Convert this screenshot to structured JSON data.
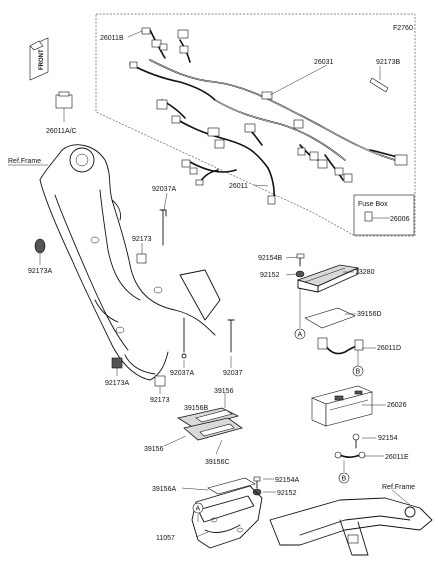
{
  "diagram_id": "F2760",
  "direction_badge": "FRONT",
  "labels": {
    "p26011B": "26011B",
    "p26031": "26031",
    "p92173B": "92173B",
    "p26011AC": "26011A/C",
    "ref_frame_top": "Ref.Frame",
    "p92037A_top": "92037A",
    "p92173_top": "92173",
    "p92173A_left": "92173A",
    "p26011": "26011",
    "fuse_box_title": "Fuse Box",
    "p26006": "26006",
    "p92154B": "92154B",
    "p92152_mid": "92152",
    "p13280": "13280",
    "p39156D": "39156D",
    "callout_A_mid": "A",
    "p26011D": "26011D",
    "callout_B_mid": "B",
    "p26026": "26026",
    "p92154": "92154",
    "p26011E": "26011E",
    "p92037A_bottom": "92037A",
    "p92037": "92037",
    "p92173A_bottom": "92173A",
    "p92173_bottom": "92173",
    "p39156": "39156",
    "p39156B": "39156B",
    "p39156_left": "39156",
    "p39156C": "39156C",
    "p39156A": "39156A",
    "p92154A": "92154A",
    "p92152_bottom": "92152",
    "callout_B_bottom": "B",
    "ref_frame_bottom": "Ref.Frame",
    "callout_A_bottom": "A",
    "p11057": "11057"
  }
}
